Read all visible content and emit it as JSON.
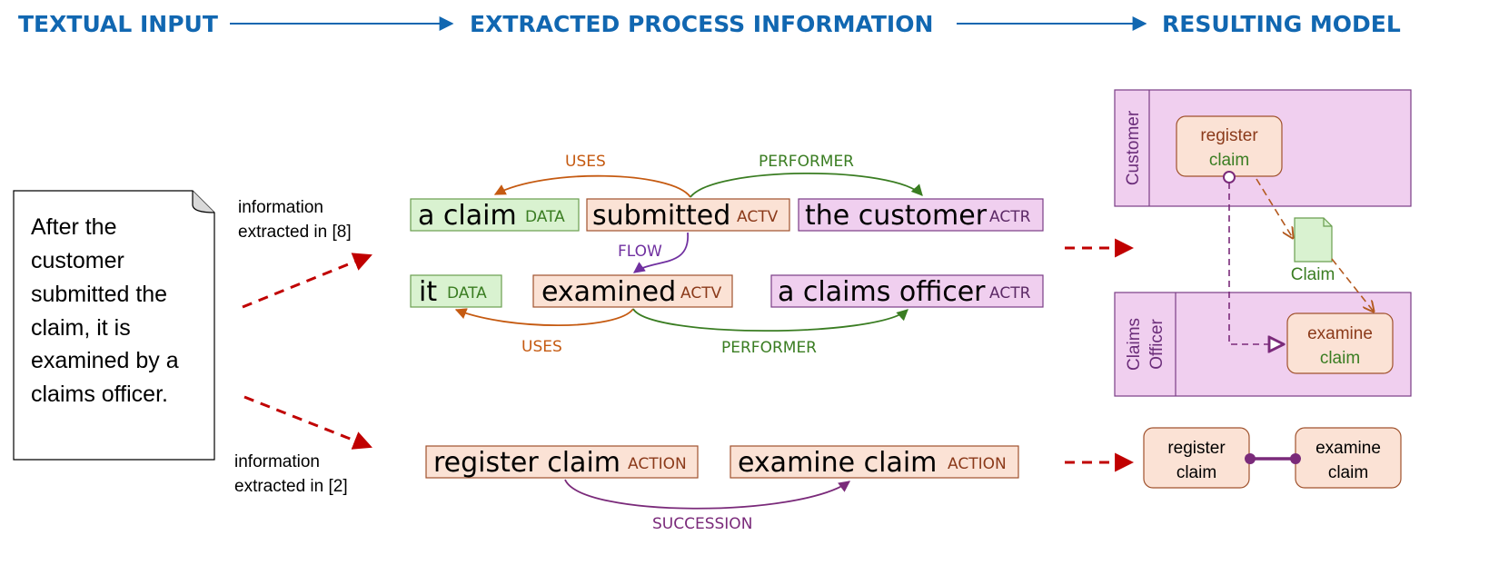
{
  "headers": {
    "input": "TEXTUAL INPUT",
    "extracted": "EXTRACTED PROCESS INFORMATION",
    "model": "RESULTING MODEL"
  },
  "document": {
    "lines": [
      "After the",
      "customer",
      "submitted the",
      "claim, it is",
      "examined by a",
      "claims officer."
    ]
  },
  "notes": {
    "top": [
      "information",
      "extracted in [8]"
    ],
    "bottom": [
      "information",
      "extracted in [2]"
    ]
  },
  "tokens": {
    "a_claim": {
      "text": "a claim",
      "tag": "DATA"
    },
    "submitted": {
      "text": "submitted",
      "tag": "ACTV"
    },
    "the_customer": {
      "text": "the customer",
      "tag": "ACTR"
    },
    "it": {
      "text": "it",
      "tag": "DATA"
    },
    "examined": {
      "text": "examined",
      "tag": "ACTV"
    },
    "claims_officer": {
      "text": "a claims officer",
      "tag": "ACTR"
    },
    "register_claim": {
      "text": "register claim",
      "tag": "ACTION"
    },
    "examine_claim": {
      "text": "examine claim",
      "tag": "ACTION"
    }
  },
  "relations": {
    "uses_top": "USES",
    "performer_top": "PERFORMER",
    "flow": "FLOW",
    "uses_bottom": "USES",
    "performer_bottom": "PERFORMER",
    "succession": "SUCCESSION"
  },
  "model": {
    "lane_customer": "Customer",
    "lane_officer": [
      "Claims",
      "Officer"
    ],
    "register": [
      "register",
      "claim"
    ],
    "examine": [
      "examine",
      "claim"
    ],
    "data_object": "Claim",
    "seq_register": [
      "register",
      "claim"
    ],
    "seq_examine": [
      "examine",
      "claim"
    ]
  },
  "colors": {
    "header": "#1167b1",
    "data_fill": "#d9f2d0",
    "data_border": "#6a9e4f",
    "activity_fill": "#fbe2d5",
    "activity_border": "#a0522d",
    "actor_fill": "#f0cfef",
    "actor_border": "#7a3d86",
    "uses": "#c55a11",
    "performer": "#3a7d22",
    "flow": "#7030a0",
    "succession": "#7a2a7a",
    "dashed_arrow": "#c00000"
  }
}
